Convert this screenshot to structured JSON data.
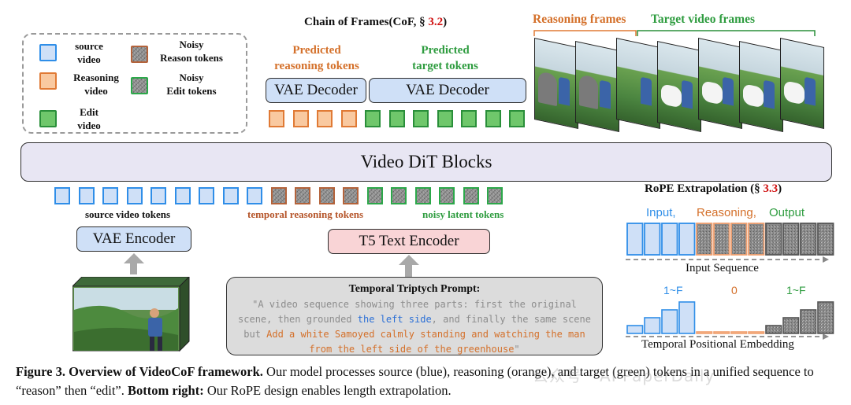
{
  "legend": {
    "source_video": "source\nvideo",
    "reasoning_video": "Reasoning\nvideo",
    "edit_video": "Edit\nvideo",
    "noisy_reason": "Noisy\nReason tokens",
    "noisy_edit": "Noisy\nEdit tokens"
  },
  "cof": {
    "title_prefix": "Chain of Frames(CoF, § ",
    "title_ref": "3.2",
    "title_suffix": ")",
    "predicted_reasoning": "Predicted\nreasoning tokens",
    "predicted_target": "Predicted\ntarget tokens",
    "vae_decoder_left": "VAE Decoder",
    "vae_decoder_right": "VAE Decoder"
  },
  "frames": {
    "reasoning_label": "Reasoning frames",
    "target_label": "Target video frames"
  },
  "dit": {
    "label": "Video DiT Blocks"
  },
  "tokens": {
    "source_label": "source video tokens",
    "reasoning_label": "temporal reasoning tokens",
    "noisy_label": "noisy latent tokens",
    "source_count": 9,
    "reasoning_count": 4,
    "noisy_count": 6,
    "decoder_orange_count": 4,
    "decoder_green_count": 7
  },
  "encoders": {
    "vae_encoder": "VAE Encoder",
    "t5_encoder": "T5 Text Encoder"
  },
  "prompt": {
    "title": "Temporal Triptych Prompt:",
    "segments": [
      {
        "text": "\"A video sequence showing three parts: first the original scene, then grounded ",
        "color": "#8c8c8c"
      },
      {
        "text": "the left side",
        "color": "#2b6fd6"
      },
      {
        "text": ", and finally the same scene but ",
        "color": "#8c8c8c"
      },
      {
        "text": "Add a white Samoyed calmly standing and watching the man from the left side of the greenhouse",
        "color": "#d4702a"
      },
      {
        "text": "\"",
        "color": "#8c8c8c"
      }
    ]
  },
  "rope": {
    "title_prefix": "RoPE  Extrapolation (§ ",
    "title_ref": "3.3",
    "title_suffix": ")",
    "input_label": "Input,",
    "reasoning_label": "Reasoning,",
    "output_label": "Output",
    "input_sequence": "Input Sequence",
    "label_left": "1~F",
    "label_mid": "0",
    "label_right": "1~F",
    "temporal_embedding": "Temporal Positional Embedding",
    "bar_values_input": [
      1,
      2,
      3,
      4
    ],
    "bar_values_reasoning": [
      0,
      0,
      0,
      0
    ],
    "bar_values_output": [
      1,
      2,
      3,
      4
    ],
    "colors": {
      "input": "#2f8ee8",
      "reasoning": "#f0a070",
      "output": "#555555"
    }
  },
  "caption": {
    "fig": "Figure 3.",
    "bold_title": " Overview of VideoCoF  framework.",
    "text1": " Our model processes source (blue), reasoning (orange), and target (green) tokens in a unified sequence to “reason” then “edit”. ",
    "bold2": "Bottom right:",
    "text2": " Our RoPE design enables length extrapolation."
  },
  "watermark": "公众号 · AI PaperDaily"
}
